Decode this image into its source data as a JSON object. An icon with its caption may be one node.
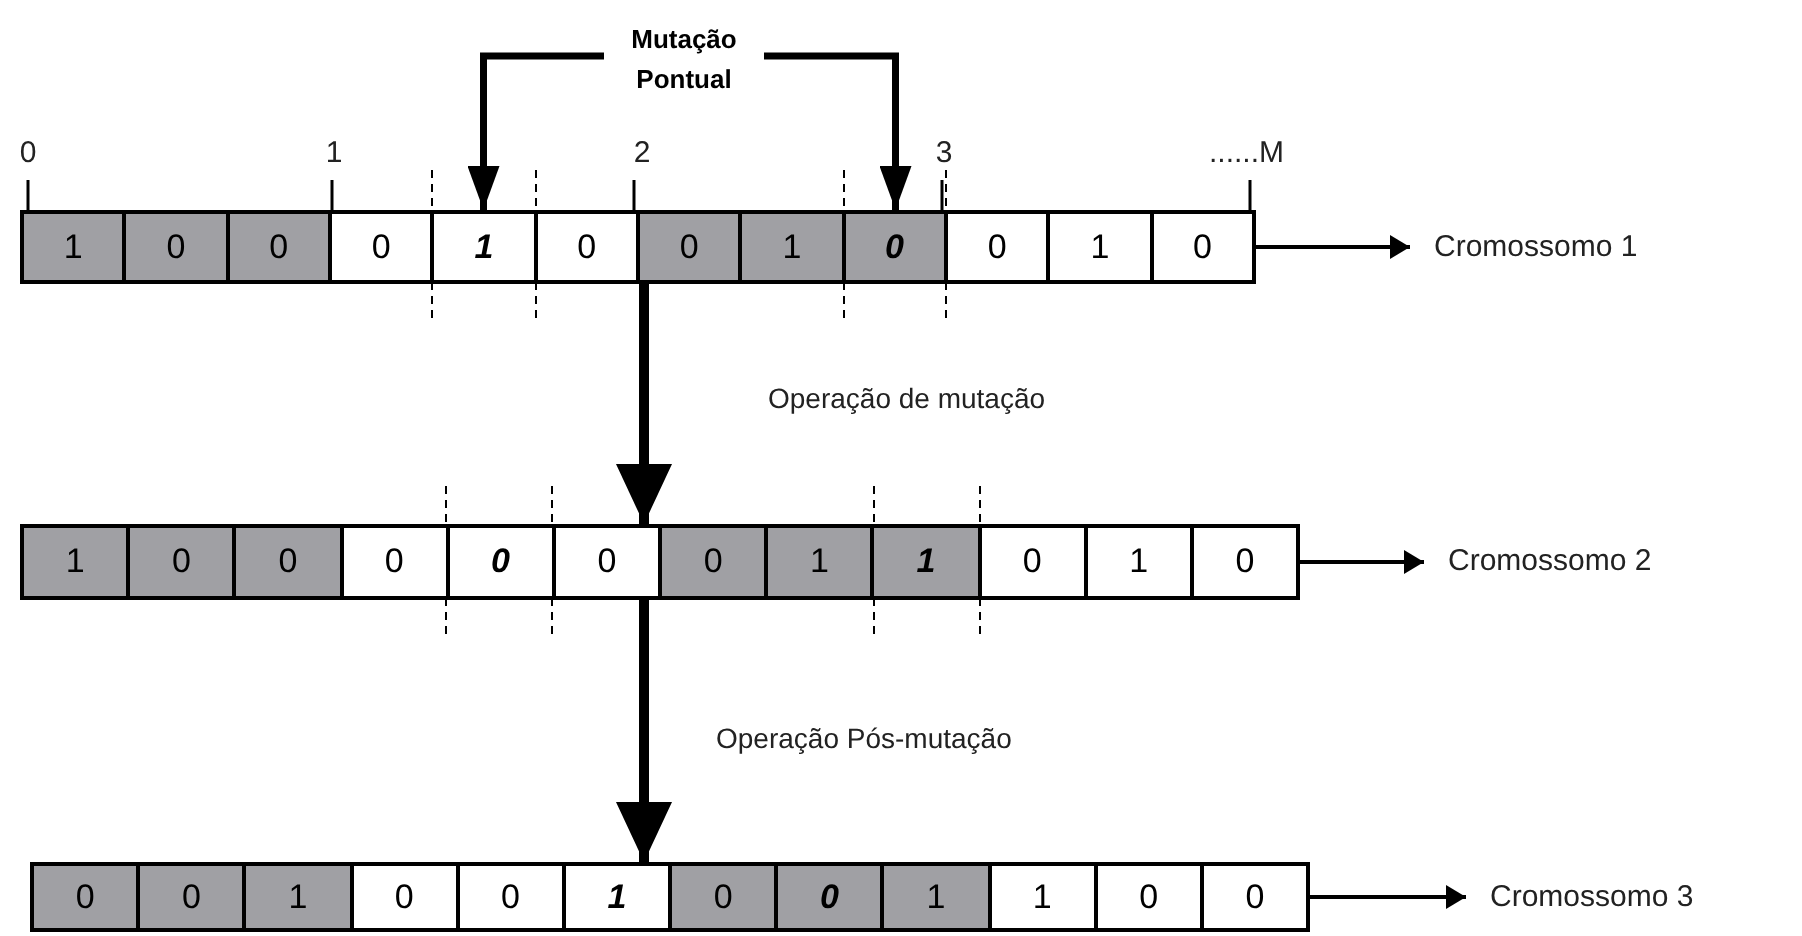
{
  "diagram": {
    "nodes": [
      {
        "text": [
          "Mutação Pontual"
        ]
      },
      {
        "text": [],
        "shape": "bar"
      },
      {
        "text": [
          "1"
        ],
        "in": 1
      },
      {
        "text": [
          "0"
        ],
        "in": 1
      },
      {
        "text": [
          "0"
        ],
        "in": 1
      },
      {
        "text": [
          "0"
        ],
        "in": 1
      },
      {
        "text": [
          "1"
        ],
        "in": 1
      },
      {
        "text": [
          "0"
        ],
        "in": 1
      },
      {
        "text": [
          "0"
        ],
        "in": 1
      },
      {
        "text": [
          "1"
        ],
        "in": 1
      },
      {
        "text": [
          "0"
        ],
        "in": 1
      },
      {
        "text": [
          "0"
        ],
        "in": 1
      },
      {
        "text": [
          "1"
        ],
        "in": 1
      },
      {
        "text": [
          "0"
        ],
        "in": 1
      },
      {
        "text": [
          "Cromossomo 1"
        ]
      },
      {
        "text": [],
        "shape": "bar"
      },
      {
        "text": [
          "1"
        ],
        "in": 15
      },
      {
        "text": [
          "0"
        ],
        "in": 15
      },
      {
        "text": [
          "0"
        ],
        "in": 15
      },
      {
        "text": [
          "0"
        ],
        "in": 15
      },
      {
        "text": [
          "0"
        ],
        "in": 15
      },
      {
        "text": [
          "0"
        ],
        "in": 15
      },
      {
        "text": [
          "0"
        ],
        "in": 15
      },
      {
        "text": [
          "1"
        ],
        "in": 15
      },
      {
        "text": [
          "1"
        ],
        "in": 15
      },
      {
        "text": [
          "0"
        ],
        "in": 15
      },
      {
        "text": [
          "1"
        ],
        "in": 15
      },
      {
        "text": [
          "0"
        ],
        "in": 15
      },
      {
        "text": [
          "Cromossomo 2"
        ]
      },
      {
        "text": [],
        "shape": "bar"
      },
      {
        "text": [
          "0"
        ],
        "in": 29
      },
      {
        "text": [
          "0"
        ],
        "in": 29
      },
      {
        "text": [
          "1"
        ],
        "in": 29
      },
      {
        "text": [
          "0"
        ],
        "in": 29
      },
      {
        "text": [
          "0"
        ],
        "in": 29
      },
      {
        "text": [
          "1"
        ],
        "in": 29
      },
      {
        "text": [
          "0"
        ],
        "in": 29
      },
      {
        "text": [
          "0"
        ],
        "in": 29
      },
      {
        "text": [
          "1"
        ],
        "in": 29
      },
      {
        "text": [
          "1"
        ],
        "in": 29
      },
      {
        "text": [
          "0"
        ],
        "in": 29
      },
      {
        "text": [
          "0"
        ],
        "in": 29
      },
      {
        "text": [
          "Cromossomo 3"
        ]
      }
    ],
    "edges": [
      {
        "from": 0,
        "to": 6,
        "arrow": "to"
      },
      {
        "from": 0,
        "to": 10,
        "arrow": "to"
      },
      {
        "from": 1,
        "to": 14,
        "arrow": "to"
      },
      {
        "from": 1,
        "to": 15,
        "arrow": "to",
        "label": "Operação de mutação"
      },
      {
        "from": 15,
        "to": 28,
        "arrow": "to"
      },
      {
        "from": 15,
        "to": 29,
        "arrow": "to",
        "label": "Operação Pós-mutação"
      },
      {
        "from": 29,
        "to": 42,
        "arrow": "to"
      }
    ],
    "labels": [
      "0",
      "1",
      "2",
      "3",
      "......M"
    ]
  }
}
